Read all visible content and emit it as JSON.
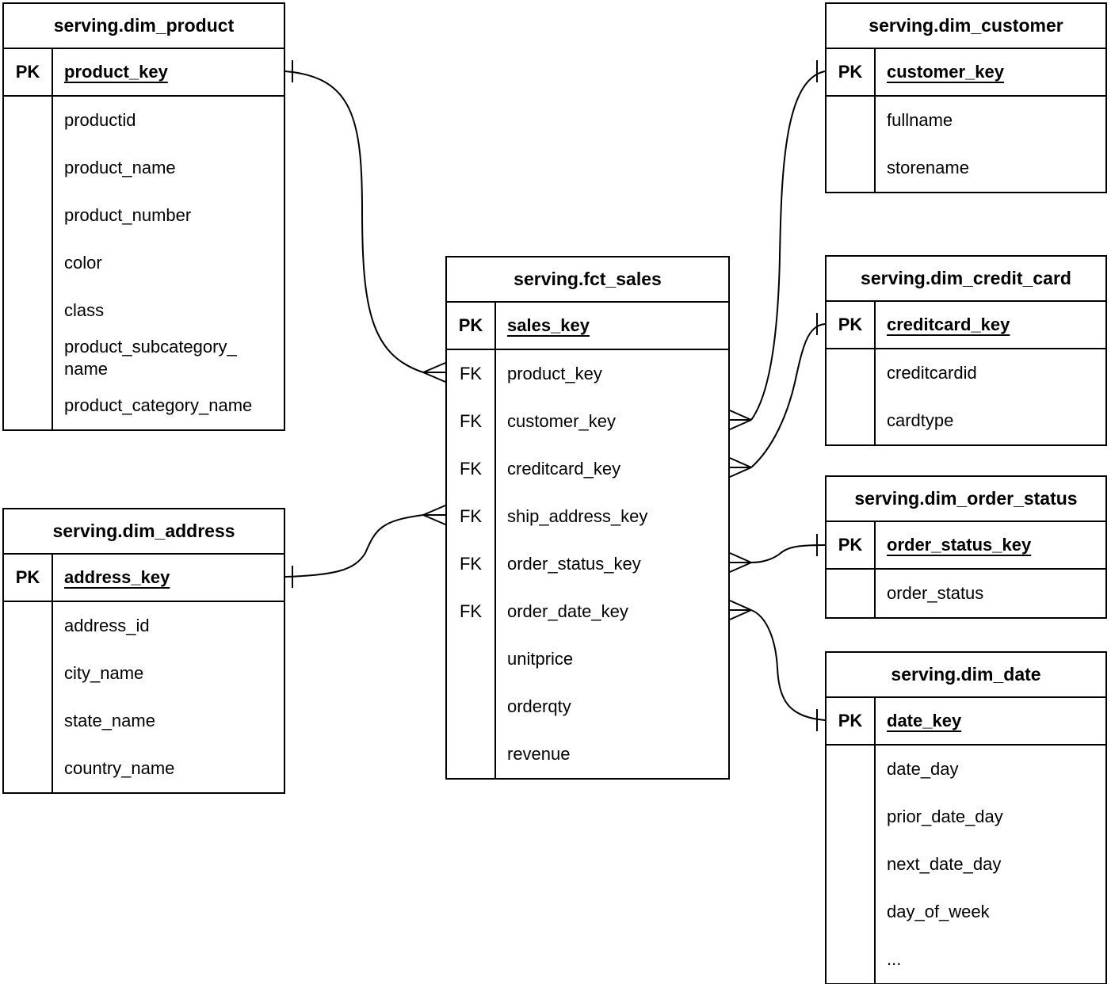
{
  "tables": {
    "dim_product": {
      "title": "serving.dim_product",
      "pk": {
        "tag": "PK",
        "name": "product_key"
      },
      "fields": [
        {
          "tag": "",
          "name": "productid"
        },
        {
          "tag": "",
          "name": "product_name"
        },
        {
          "tag": "",
          "name": "product_number"
        },
        {
          "tag": "",
          "name": "color"
        },
        {
          "tag": "",
          "name": "class"
        },
        {
          "tag": "",
          "name": "product_subcategory_\nname"
        },
        {
          "tag": "",
          "name": "product_category_name"
        }
      ]
    },
    "dim_address": {
      "title": "serving.dim_address",
      "pk": {
        "tag": "PK",
        "name": "address_key"
      },
      "fields": [
        {
          "tag": "",
          "name": "address_id"
        },
        {
          "tag": "",
          "name": "city_name"
        },
        {
          "tag": "",
          "name": "state_name"
        },
        {
          "tag": "",
          "name": "country_name"
        }
      ]
    },
    "fct_sales": {
      "title": "serving.fct_sales",
      "pk": {
        "tag": "PK",
        "name": "sales_key"
      },
      "fields": [
        {
          "tag": "FK",
          "name": "product_key"
        },
        {
          "tag": "FK",
          "name": "customer_key"
        },
        {
          "tag": "FK",
          "name": "creditcard_key"
        },
        {
          "tag": "FK",
          "name": "ship_address_key"
        },
        {
          "tag": "FK",
          "name": "order_status_key"
        },
        {
          "tag": "FK",
          "name": "order_date_key"
        },
        {
          "tag": "",
          "name": "unitprice"
        },
        {
          "tag": "",
          "name": "orderqty"
        },
        {
          "tag": "",
          "name": "revenue"
        }
      ]
    },
    "dim_customer": {
      "title": "serving.dim_customer",
      "pk": {
        "tag": "PK",
        "name": "customer_key"
      },
      "fields": [
        {
          "tag": "",
          "name": "fullname"
        },
        {
          "tag": "",
          "name": "storename"
        }
      ]
    },
    "dim_credit_card": {
      "title": "serving.dim_credit_card",
      "pk": {
        "tag": "PK",
        "name": "creditcard_key"
      },
      "fields": [
        {
          "tag": "",
          "name": "creditcardid"
        },
        {
          "tag": "",
          "name": "cardtype"
        }
      ]
    },
    "dim_order_status": {
      "title": "serving.dim_order_status",
      "pk": {
        "tag": "PK",
        "name": "order_status_key"
      },
      "fields": [
        {
          "tag": "",
          "name": "order_status"
        }
      ]
    },
    "dim_date": {
      "title": "serving.dim_date",
      "pk": {
        "tag": "PK",
        "name": "date_key"
      },
      "fields": [
        {
          "tag": "",
          "name": "date_day"
        },
        {
          "tag": "",
          "name": "prior_date_day"
        },
        {
          "tag": "",
          "name": "next_date_day"
        },
        {
          "tag": "",
          "name": "day_of_week"
        },
        {
          "tag": "",
          "name": "..."
        }
      ]
    }
  },
  "relationships": [
    {
      "fact_table": "serving.fct_sales",
      "fact_field": "product_key",
      "fact_cardinality": "many",
      "dim_table": "serving.dim_product",
      "dim_field": "product_key",
      "dim_cardinality": "one",
      "notation": "crow-foot-to-tick"
    },
    {
      "fact_table": "serving.fct_sales",
      "fact_field": "ship_address_key",
      "fact_cardinality": "many",
      "dim_table": "serving.dim_address",
      "dim_field": "address_key",
      "dim_cardinality": "one",
      "notation": "crow-foot-to-tick"
    },
    {
      "fact_table": "serving.fct_sales",
      "fact_field": "customer_key",
      "fact_cardinality": "many",
      "dim_table": "serving.dim_customer",
      "dim_field": "customer_key",
      "dim_cardinality": "one",
      "notation": "crow-foot-to-tick"
    },
    {
      "fact_table": "serving.fct_sales",
      "fact_field": "creditcard_key",
      "fact_cardinality": "many",
      "dim_table": "serving.dim_credit_card",
      "dim_field": "creditcard_key",
      "dim_cardinality": "one",
      "notation": "crow-foot-to-tick"
    },
    {
      "fact_table": "serving.fct_sales",
      "fact_field": "order_status_key",
      "fact_cardinality": "many",
      "dim_table": "serving.dim_order_status",
      "dim_field": "order_status_key",
      "dim_cardinality": "one",
      "notation": "crow-foot-to-tick"
    },
    {
      "fact_table": "serving.fct_sales",
      "fact_field": "order_date_key",
      "fact_cardinality": "many",
      "dim_table": "serving.dim_date",
      "dim_field": "date_key",
      "dim_cardinality": "one",
      "notation": "crow-foot-to-tick"
    }
  ],
  "colors": {
    "line": "#000000",
    "background": "#ffffff",
    "text": "#000000"
  }
}
